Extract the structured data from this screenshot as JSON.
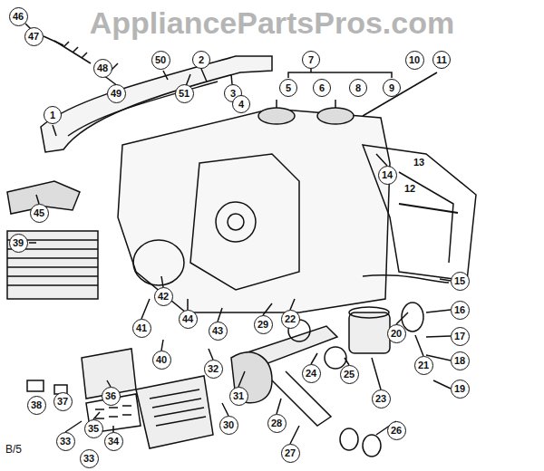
{
  "diagram": {
    "nodes": [
      {
        "text": [
          "46"
        ]
      },
      {
        "text": [
          "47"
        ]
      },
      {
        "text": [
          "50"
        ]
      },
      {
        "text": [
          "2"
        ]
      },
      {
        "text": [
          "7"
        ]
      },
      {
        "text": [
          "10"
        ]
      },
      {
        "text": [
          "11"
        ]
      },
      {
        "text": [
          "48"
        ]
      },
      {
        "text": [
          "5"
        ]
      },
      {
        "text": [
          "6"
        ]
      },
      {
        "text": [
          "8"
        ]
      },
      {
        "text": [
          "9"
        ]
      },
      {
        "text": [
          "3"
        ]
      },
      {
        "text": [
          "49"
        ]
      },
      {
        "text": [
          "51"
        ]
      },
      {
        "text": [
          "4"
        ]
      },
      {
        "text": [
          "1"
        ]
      },
      {
        "text": [
          "14"
        ]
      },
      {
        "text": [
          "45"
        ]
      },
      {
        "text": [
          "39"
        ]
      },
      {
        "text": [
          "15"
        ]
      },
      {
        "text": [
          "42"
        ]
      },
      {
        "text": [
          "16"
        ]
      },
      {
        "text": [
          "22"
        ]
      },
      {
        "text": [
          "44"
        ]
      },
      {
        "text": [
          "29"
        ]
      },
      {
        "text": [
          "41"
        ]
      },
      {
        "text": [
          "43"
        ]
      },
      {
        "text": [
          "20"
        ]
      },
      {
        "text": [
          "17"
        ]
      },
      {
        "text": [
          "40"
        ]
      },
      {
        "text": [
          "18"
        ]
      },
      {
        "text": [
          "21"
        ]
      },
      {
        "text": [
          "32"
        ]
      },
      {
        "text": [
          "24"
        ]
      },
      {
        "text": [
          "25"
        ]
      },
      {
        "text": [
          "19"
        ]
      },
      {
        "text": [
          "36"
        ]
      },
      {
        "text": [
          "31"
        ]
      },
      {
        "text": [
          "23"
        ]
      },
      {
        "text": [
          "37"
        ]
      },
      {
        "text": [
          "38"
        ]
      },
      {
        "text": [
          "28"
        ]
      },
      {
        "text": [
          "30"
        ]
      },
      {
        "text": [
          "35"
        ]
      },
      {
        "text": [
          "26"
        ]
      },
      {
        "text": [
          "33"
        ]
      },
      {
        "text": [
          "34"
        ]
      },
      {
        "text": [
          "27"
        ]
      },
      {
        "text": [
          "33"
        ]
      }
    ],
    "labels": [
      "AppliancePartsPros.com",
      "13",
      "12",
      "B/5"
    ]
  }
}
